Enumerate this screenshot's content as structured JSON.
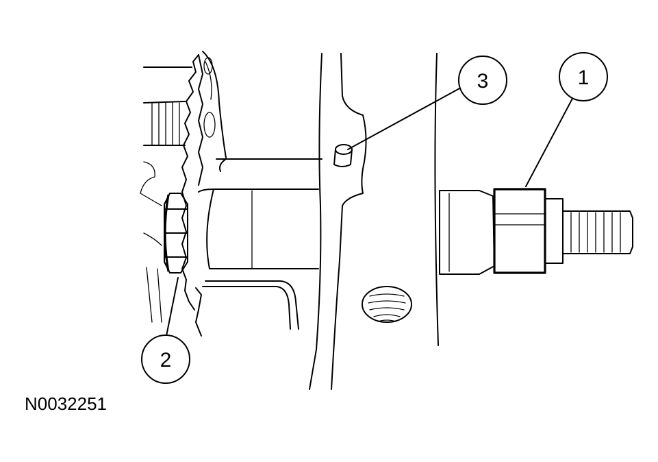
{
  "figure": {
    "id": "N0032251",
    "callouts": [
      {
        "number": "1"
      },
      {
        "number": "2"
      },
      {
        "number": "3"
      }
    ]
  }
}
